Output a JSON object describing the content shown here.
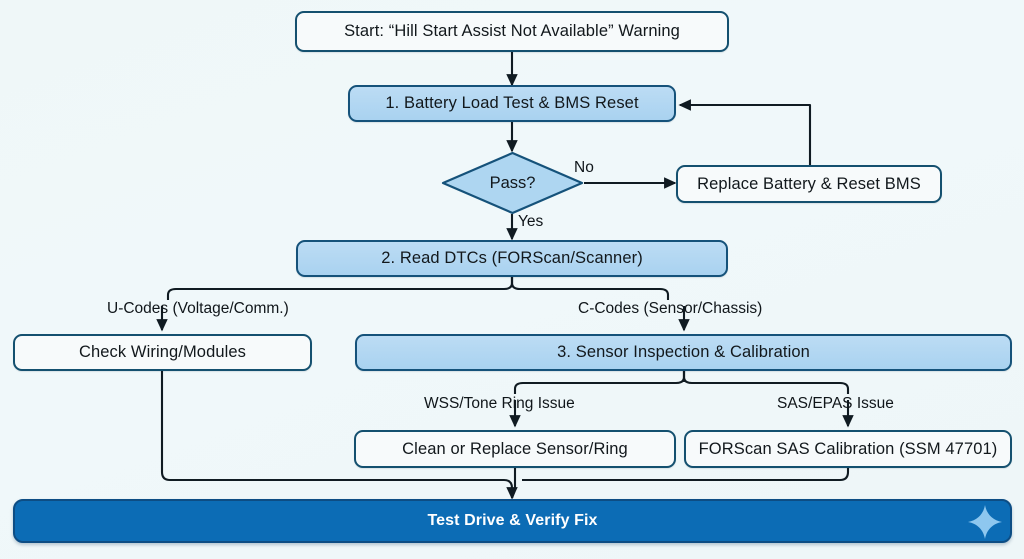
{
  "diagram": {
    "title": "Hill Start Assist Not Available - Diagnostic Flowchart",
    "type": "flowchart",
    "background_color": "#eff7f8",
    "colors": {
      "process_fill": "#aed6f1",
      "plain_fill": "#f7fafb",
      "terminal_fill": "#0c6cb5",
      "border": "#12496b",
      "sparkle": "#8ec7ef"
    }
  },
  "nodes": {
    "start": {
      "label": "Start: “Hill Start Assist Not Available” Warning",
      "shape": "rounded-rect",
      "style": "plain"
    },
    "step1": {
      "label": "1. Battery Load Test & BMS Reset",
      "shape": "rounded-rect",
      "style": "process"
    },
    "decision": {
      "label": "Pass?",
      "shape": "diamond",
      "style": "process"
    },
    "replace_battery": {
      "label": "Replace Battery & Reset BMS",
      "shape": "rounded-rect",
      "style": "plain"
    },
    "step2": {
      "label": "2. Read DTCs (FORScan/Scanner)",
      "shape": "rounded-rect",
      "style": "process"
    },
    "check_wiring": {
      "label": "Check Wiring/Modules",
      "shape": "rounded-rect",
      "style": "plain"
    },
    "step3": {
      "label": "3. Sensor Inspection & Calibration",
      "shape": "rounded-rect",
      "style": "process"
    },
    "clean_sensor": {
      "label": "Clean or Replace Sensor/Ring",
      "shape": "rounded-rect",
      "style": "plain"
    },
    "sas_calibration": {
      "label": "FORScan SAS Calibration (SSM 47701)",
      "shape": "rounded-rect",
      "style": "plain"
    },
    "verify": {
      "label": "Test Drive & Verify Fix",
      "shape": "rounded-rect",
      "style": "terminal"
    }
  },
  "edge_labels": {
    "no": "No",
    "yes": "Yes",
    "u_codes": "U-Codes (Voltage/Comm.)",
    "c_codes": "C-Codes (Sensor/Chassis)",
    "wss": "WSS/Tone Ring Issue",
    "sas": "SAS/EPAS Issue"
  },
  "icons": {
    "sparkle": "sparkle-icon"
  }
}
